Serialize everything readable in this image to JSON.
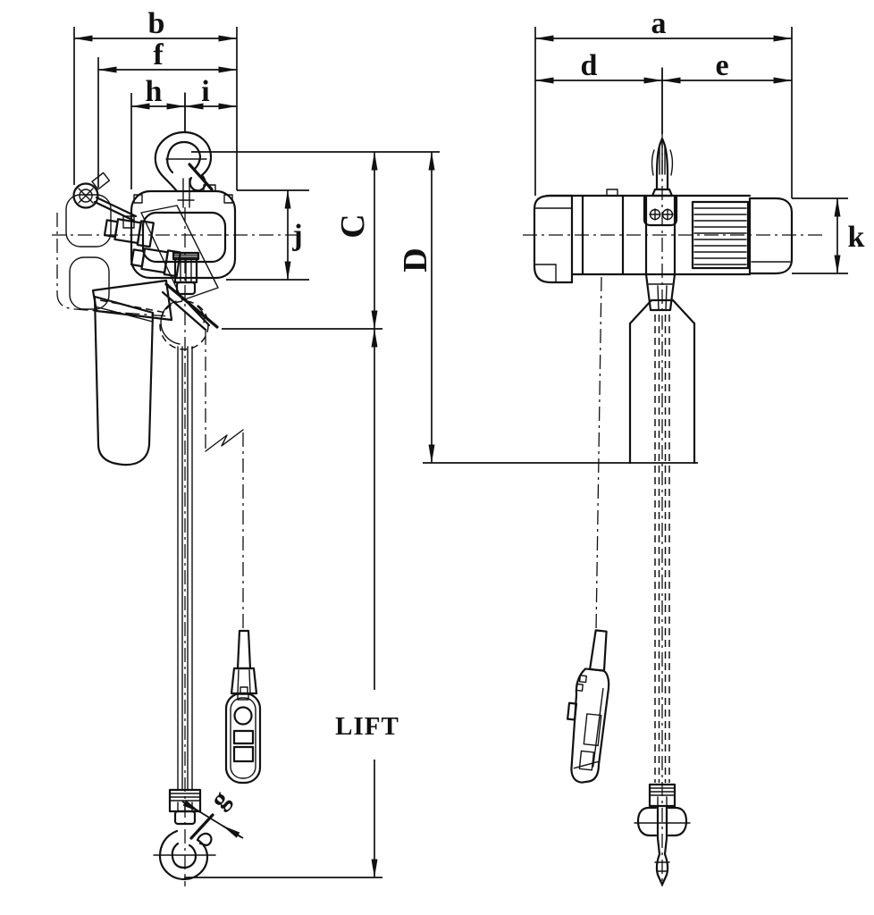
{
  "page": {
    "background": "#ffffff",
    "ink": "#111111"
  },
  "dimensions": {
    "a": "a",
    "b": "b",
    "C": "C",
    "D": "D",
    "d": "d",
    "e": "e",
    "f": "f",
    "g": "g",
    "h": "h",
    "i": "i",
    "j": "j",
    "k": "k",
    "lift": "LIFT"
  }
}
